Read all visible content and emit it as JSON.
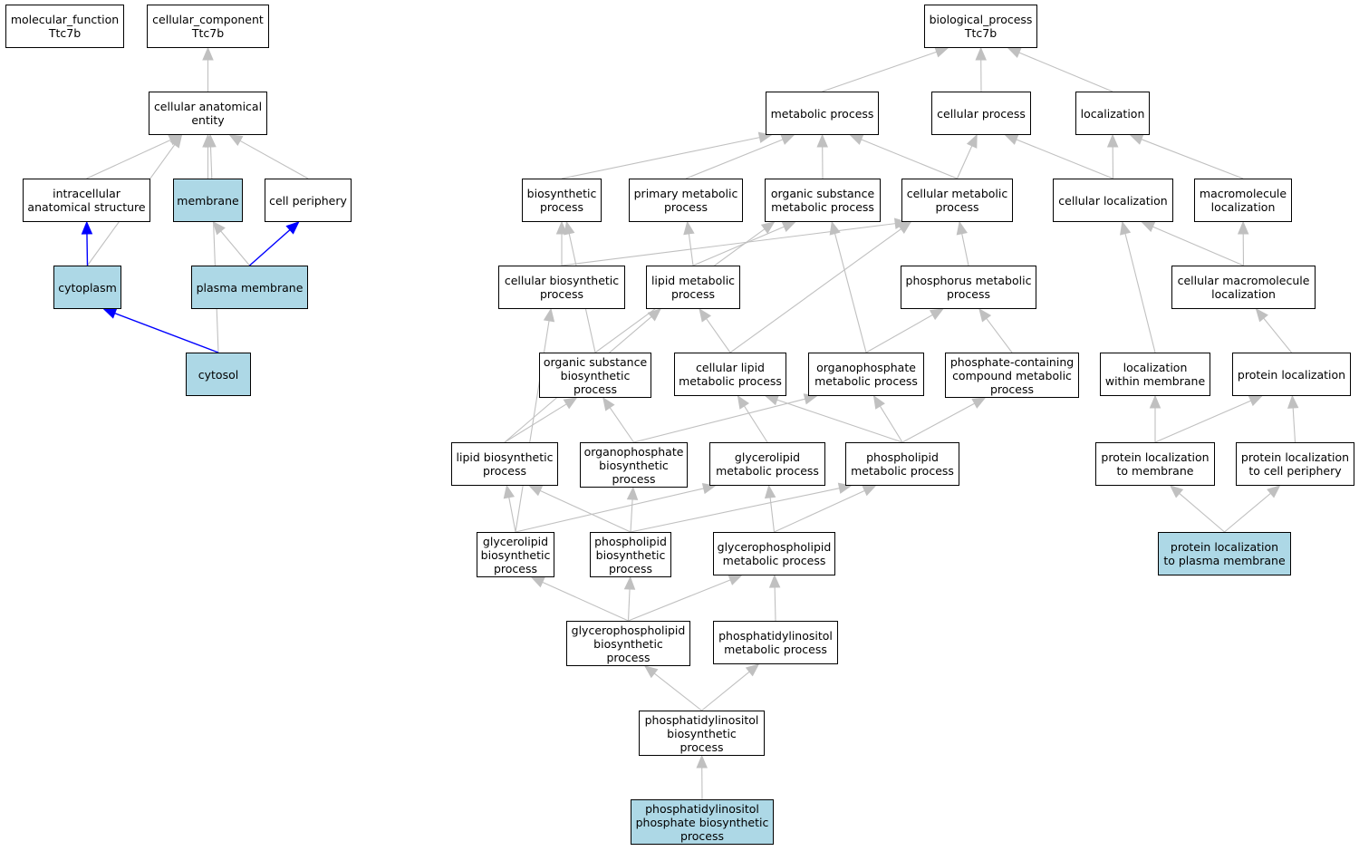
{
  "colors": {
    "highlight_fill": "#add8e6",
    "edge_gray": "#c0c0c0",
    "edge_blue": "#0000ff"
  },
  "nodes": {
    "mf_root": "molecular_function\nTtc7b",
    "cc_root": "cellular_component\nTtc7b",
    "bp_root": "biological_process\nTtc7b",
    "cae": "cellular anatomical\nentity",
    "ias": "intracellular\nanatomical structure",
    "membrane": "membrane",
    "cell_periphery": "cell periphery",
    "cytoplasm": "cytoplasm",
    "plasma_membrane": "plasma membrane",
    "cytosol": "cytosol",
    "metabolic": "metabolic process",
    "cellular_process": "cellular process",
    "localization": "localization",
    "biosynthetic": "biosynthetic\nprocess",
    "primary_metabolic": "primary metabolic\nprocess",
    "organic_substance_metabolic": "organic substance\nmetabolic process",
    "cellular_metabolic": "cellular metabolic\nprocess",
    "cellular_localization": "cellular localization",
    "macromolecule_localization": "macromolecule\nlocalization",
    "cellular_biosynthetic": "cellular biosynthetic\nprocess",
    "lipid_metabolic": "lipid metabolic\nprocess",
    "phosphorus_metabolic": "phosphorus metabolic\nprocess",
    "cellular_macromolecule_localization": "cellular macromolecule\nlocalization",
    "organic_substance_biosynthetic": "organic substance\nbiosynthetic\nprocess",
    "cellular_lipid_metabolic": "cellular lipid\nmetabolic process",
    "organophosphate_metabolic": "organophosphate\nmetabolic process",
    "phosphate_containing": "phosphate-containing\ncompound metabolic\nprocess",
    "localization_within_membrane": "localization\nwithin membrane",
    "protein_localization": "protein localization",
    "lipid_biosynthetic": "lipid biosynthetic\nprocess",
    "organophosphate_biosynthetic": "organophosphate\nbiosynthetic\nprocess",
    "glycerolipid_metabolic": "glycerolipid\nmetabolic process",
    "phospholipid_metabolic": "phospholipid\nmetabolic process",
    "protein_localization_to_membrane": "protein localization\nto membrane",
    "protein_localization_to_cell_periphery": "protein localization\nto cell periphery",
    "glycerolipid_biosynthetic": "glycerolipid\nbiosynthetic\nprocess",
    "phospholipid_biosynthetic": "phospholipid\nbiosynthetic\nprocess",
    "glycerophospholipid_metabolic": "glycerophospholipid\nmetabolic process",
    "protein_localization_to_plasma_membrane": "protein localization\nto plasma membrane",
    "glycerophospholipid_biosynthetic": "glycerophospholipid\nbiosynthetic\nprocess",
    "phosphatidylinositol_metabolic": "phosphatidylinositol\nmetabolic process",
    "phosphatidylinositol_biosynthetic": "phosphatidylinositol\nbiosynthetic\nprocess",
    "pip_biosynthetic": "phosphatidylinositol\nphosphate biosynthetic\nprocess"
  },
  "edges": [
    [
      "cae",
      "cc_root",
      "gray"
    ],
    [
      "ias",
      "cae",
      "gray"
    ],
    [
      "membrane",
      "cae",
      "gray"
    ],
    [
      "cell_periphery",
      "cae",
      "gray"
    ],
    [
      "cytoplasm",
      "cae",
      "gray"
    ],
    [
      "cytosol",
      "cae",
      "gray"
    ],
    [
      "cytoplasm",
      "ias",
      "blue"
    ],
    [
      "plasma_membrane",
      "membrane",
      "gray"
    ],
    [
      "plasma_membrane",
      "cell_periphery",
      "blue"
    ],
    [
      "cytosol",
      "cytoplasm",
      "blue"
    ],
    [
      "metabolic",
      "bp_root",
      "gray"
    ],
    [
      "cellular_process",
      "bp_root",
      "gray"
    ],
    [
      "localization",
      "bp_root",
      "gray"
    ],
    [
      "biosynthetic",
      "metabolic",
      "gray"
    ],
    [
      "primary_metabolic",
      "metabolic",
      "gray"
    ],
    [
      "organic_substance_metabolic",
      "metabolic",
      "gray"
    ],
    [
      "cellular_metabolic",
      "metabolic",
      "gray"
    ],
    [
      "cellular_metabolic",
      "cellular_process",
      "gray"
    ],
    [
      "cellular_localization",
      "cellular_process",
      "gray"
    ],
    [
      "cellular_localization",
      "localization",
      "gray"
    ],
    [
      "macromolecule_localization",
      "localization",
      "gray"
    ],
    [
      "cellular_biosynthetic",
      "biosynthetic",
      "gray"
    ],
    [
      "cellular_biosynthetic",
      "cellular_metabolic",
      "gray"
    ],
    [
      "lipid_metabolic",
      "primary_metabolic",
      "gray"
    ],
    [
      "lipid_metabolic",
      "organic_substance_metabolic",
      "gray"
    ],
    [
      "phosphorus_metabolic",
      "cellular_metabolic",
      "gray"
    ],
    [
      "cellular_macromolecule_localization",
      "cellular_localization",
      "gray"
    ],
    [
      "cellular_macromolecule_localization",
      "macromolecule_localization",
      "gray"
    ],
    [
      "organic_substance_biosynthetic",
      "biosynthetic",
      "gray"
    ],
    [
      "organic_substance_biosynthetic",
      "organic_substance_metabolic",
      "gray"
    ],
    [
      "cellular_lipid_metabolic",
      "lipid_metabolic",
      "gray"
    ],
    [
      "cellular_lipid_metabolic",
      "cellular_metabolic",
      "gray"
    ],
    [
      "organophosphate_metabolic",
      "organic_substance_metabolic",
      "gray"
    ],
    [
      "organophosphate_metabolic",
      "phosphorus_metabolic",
      "gray"
    ],
    [
      "phosphate_containing",
      "phosphorus_metabolic",
      "gray"
    ],
    [
      "localization_within_membrane",
      "cellular_localization",
      "gray"
    ],
    [
      "protein_localization",
      "cellular_macromolecule_localization",
      "gray"
    ],
    [
      "lipid_biosynthetic",
      "organic_substance_biosynthetic",
      "gray"
    ],
    [
      "lipid_biosynthetic",
      "lipid_metabolic",
      "gray"
    ],
    [
      "organophosphate_biosynthetic",
      "organic_substance_biosynthetic",
      "gray"
    ],
    [
      "organophosphate_biosynthetic",
      "organophosphate_metabolic",
      "gray"
    ],
    [
      "glycerolipid_metabolic",
      "cellular_lipid_metabolic",
      "gray"
    ],
    [
      "phospholipid_metabolic",
      "cellular_lipid_metabolic",
      "gray"
    ],
    [
      "phospholipid_metabolic",
      "organophosphate_metabolic",
      "gray"
    ],
    [
      "phospholipid_metabolic",
      "phosphate_containing",
      "gray"
    ],
    [
      "protein_localization_to_membrane",
      "localization_within_membrane",
      "gray"
    ],
    [
      "protein_localization_to_membrane",
      "protein_localization",
      "gray"
    ],
    [
      "protein_localization_to_cell_periphery",
      "protein_localization",
      "gray"
    ],
    [
      "glycerolipid_biosynthetic",
      "lipid_biosynthetic",
      "gray"
    ],
    [
      "glycerolipid_biosynthetic",
      "glycerolipid_metabolic",
      "gray"
    ],
    [
      "glycerolipid_biosynthetic",
      "cellular_biosynthetic",
      "gray"
    ],
    [
      "phospholipid_biosynthetic",
      "lipid_biosynthetic",
      "gray"
    ],
    [
      "phospholipid_biosynthetic",
      "organophosphate_biosynthetic",
      "gray"
    ],
    [
      "phospholipid_biosynthetic",
      "phospholipid_metabolic",
      "gray"
    ],
    [
      "glycerophospholipid_metabolic",
      "glycerolipid_metabolic",
      "gray"
    ],
    [
      "glycerophospholipid_metabolic",
      "phospholipid_metabolic",
      "gray"
    ],
    [
      "protein_localization_to_plasma_membrane",
      "protein_localization_to_membrane",
      "gray"
    ],
    [
      "protein_localization_to_plasma_membrane",
      "protein_localization_to_cell_periphery",
      "gray"
    ],
    [
      "glycerophospholipid_biosynthetic",
      "glycerolipid_biosynthetic",
      "gray"
    ],
    [
      "glycerophospholipid_biosynthetic",
      "phospholipid_biosynthetic",
      "gray"
    ],
    [
      "glycerophospholipid_biosynthetic",
      "glycerophospholipid_metabolic",
      "gray"
    ],
    [
      "phosphatidylinositol_metabolic",
      "glycerophospholipid_metabolic",
      "gray"
    ],
    [
      "phosphatidylinositol_biosynthetic",
      "glycerophospholipid_biosynthetic",
      "gray"
    ],
    [
      "phosphatidylinositol_biosynthetic",
      "phosphatidylinositol_metabolic",
      "gray"
    ],
    [
      "pip_biosynthetic",
      "phosphatidylinositol_biosynthetic",
      "gray"
    ]
  ],
  "highlighted": [
    "membrane",
    "cytoplasm",
    "plasma_membrane",
    "cytosol",
    "protein_localization_to_plasma_membrane",
    "pip_biosynthetic"
  ]
}
